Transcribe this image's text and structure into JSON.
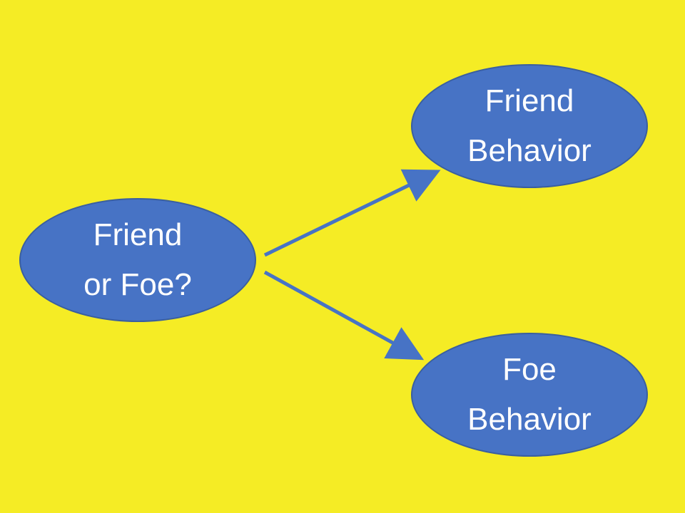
{
  "colors": {
    "background": "#f5ec25",
    "node_fill": "#4773c5",
    "node_border": "#3a5f9f",
    "arrow": "#4773c5",
    "node_text": "#ffffff"
  },
  "diagram": {
    "source": {
      "line1": "Friend",
      "line2": "or Foe?"
    },
    "friend": {
      "line1": "Friend",
      "line2": "Behavior"
    },
    "foe": {
      "line1": "Foe",
      "line2": "Behavior"
    },
    "edges": [
      {
        "from": "source",
        "to": "friend"
      },
      {
        "from": "source",
        "to": "foe"
      }
    ]
  }
}
